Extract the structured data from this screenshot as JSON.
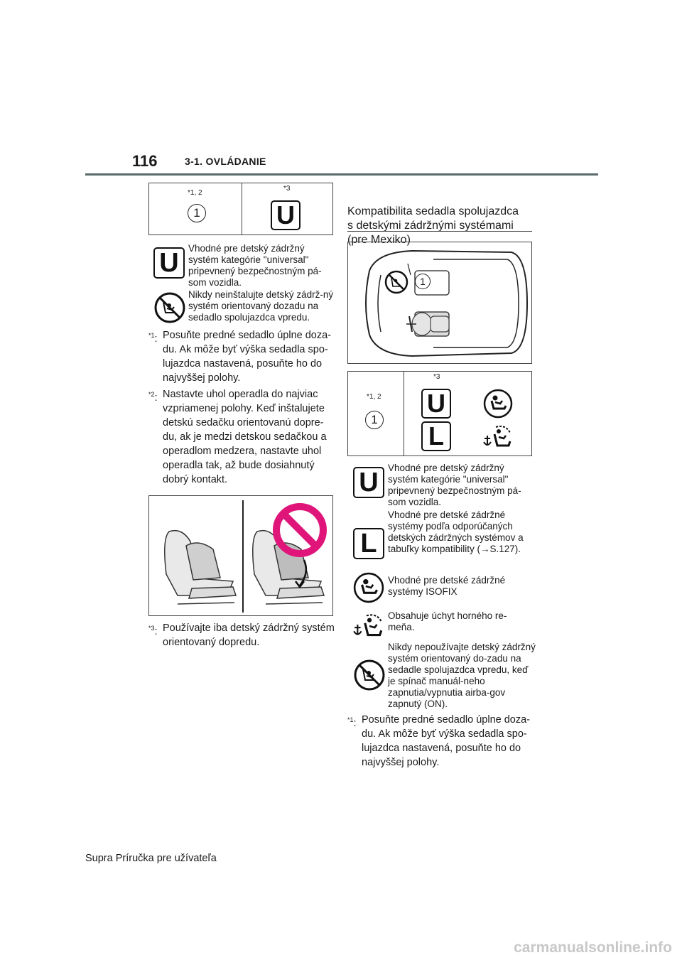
{
  "header": {
    "page_number": "116",
    "section": "3-1. OVLÁDANIE"
  },
  "left": {
    "table": {
      "col1_note": "*1, 2",
      "col1_symbol": "1",
      "col2_note": "*3",
      "col2_symbol": "U"
    },
    "legend": [
      {
        "symbol": "U",
        "text": "Vhodné pre detský zádržný systém kategórie \"universal\" pripevnený bezpečnostným pá-som vozidla."
      },
      {
        "symbol": "no-rear-facing",
        "text": "Nikdy neinštalujte detský zádrž-ný systém orientovaný dozadu na sedadlo spolujazdca vpredu."
      }
    ],
    "footnotes": [
      {
        "mark": "*1",
        "text": "Posuňte predné sedadlo úplne doza-du. Ak môže byť výška sedadla spo-lujazdca nastavená, posuňte ho do najvyššej polohy."
      },
      {
        "mark": "*2",
        "text": "Nastavte uhol operadla do najviac vzpriamenej polohy. Keď inštalujete detskú sedačku orientovanú dopre-du, ak je medzi detskou sedačkou a operadlom medzera, nastavte uhol operadla tak, až bude dosiahnutý dobrý kontakt."
      }
    ],
    "footnote3": {
      "mark": "*3",
      "text": "Používajte iba detský zádržný systém orientovaný dopredu."
    }
  },
  "right": {
    "heading": "Kompatibilita sedadla spolujazdca s detskými zádržnými systémami (pre Mexiko)",
    "table": {
      "col1_note": "*1, 2",
      "col1_symbol": "1",
      "col2_note": "*3",
      "col2_symbols": [
        "U",
        "L"
      ]
    },
    "legend": [
      {
        "symbol": "U",
        "text": "Vhodné pre detský zádržný systém kategórie \"universal\" pripevnený bezpečnostným pá-som vozidla."
      },
      {
        "symbol": "L",
        "text": "Vhodné pre detské zádržné systémy podľa odporúčaných detských zádržných systémov a tabuľky kompatibility (→S.127)."
      },
      {
        "symbol": "isofix",
        "text": "Vhodné pre detské zádržné systémy ISOFIX"
      },
      {
        "symbol": "top-tether",
        "text": "Obsahuje úchyt horného re-meňa."
      },
      {
        "symbol": "no-rear-facing",
        "text": "Nikdy nepoužívajte detský zádržný systém orientovaný do-zadu na sedadle spolujazdca vpredu, keď je spínač manuál-neho zapnutia/vypnutia airba-gov zapnutý (ON)."
      }
    ],
    "footnote": {
      "mark": "*1",
      "text": "Posuňte predné sedadlo úplne doza-du. Ak môže byť výška sedadla spo-lujazdca nastavená, posuňte ho do najvyššej polohy."
    }
  },
  "footer": "Supra Príručka pre užívateľa",
  "watermark": "carmanualsonline.info"
}
